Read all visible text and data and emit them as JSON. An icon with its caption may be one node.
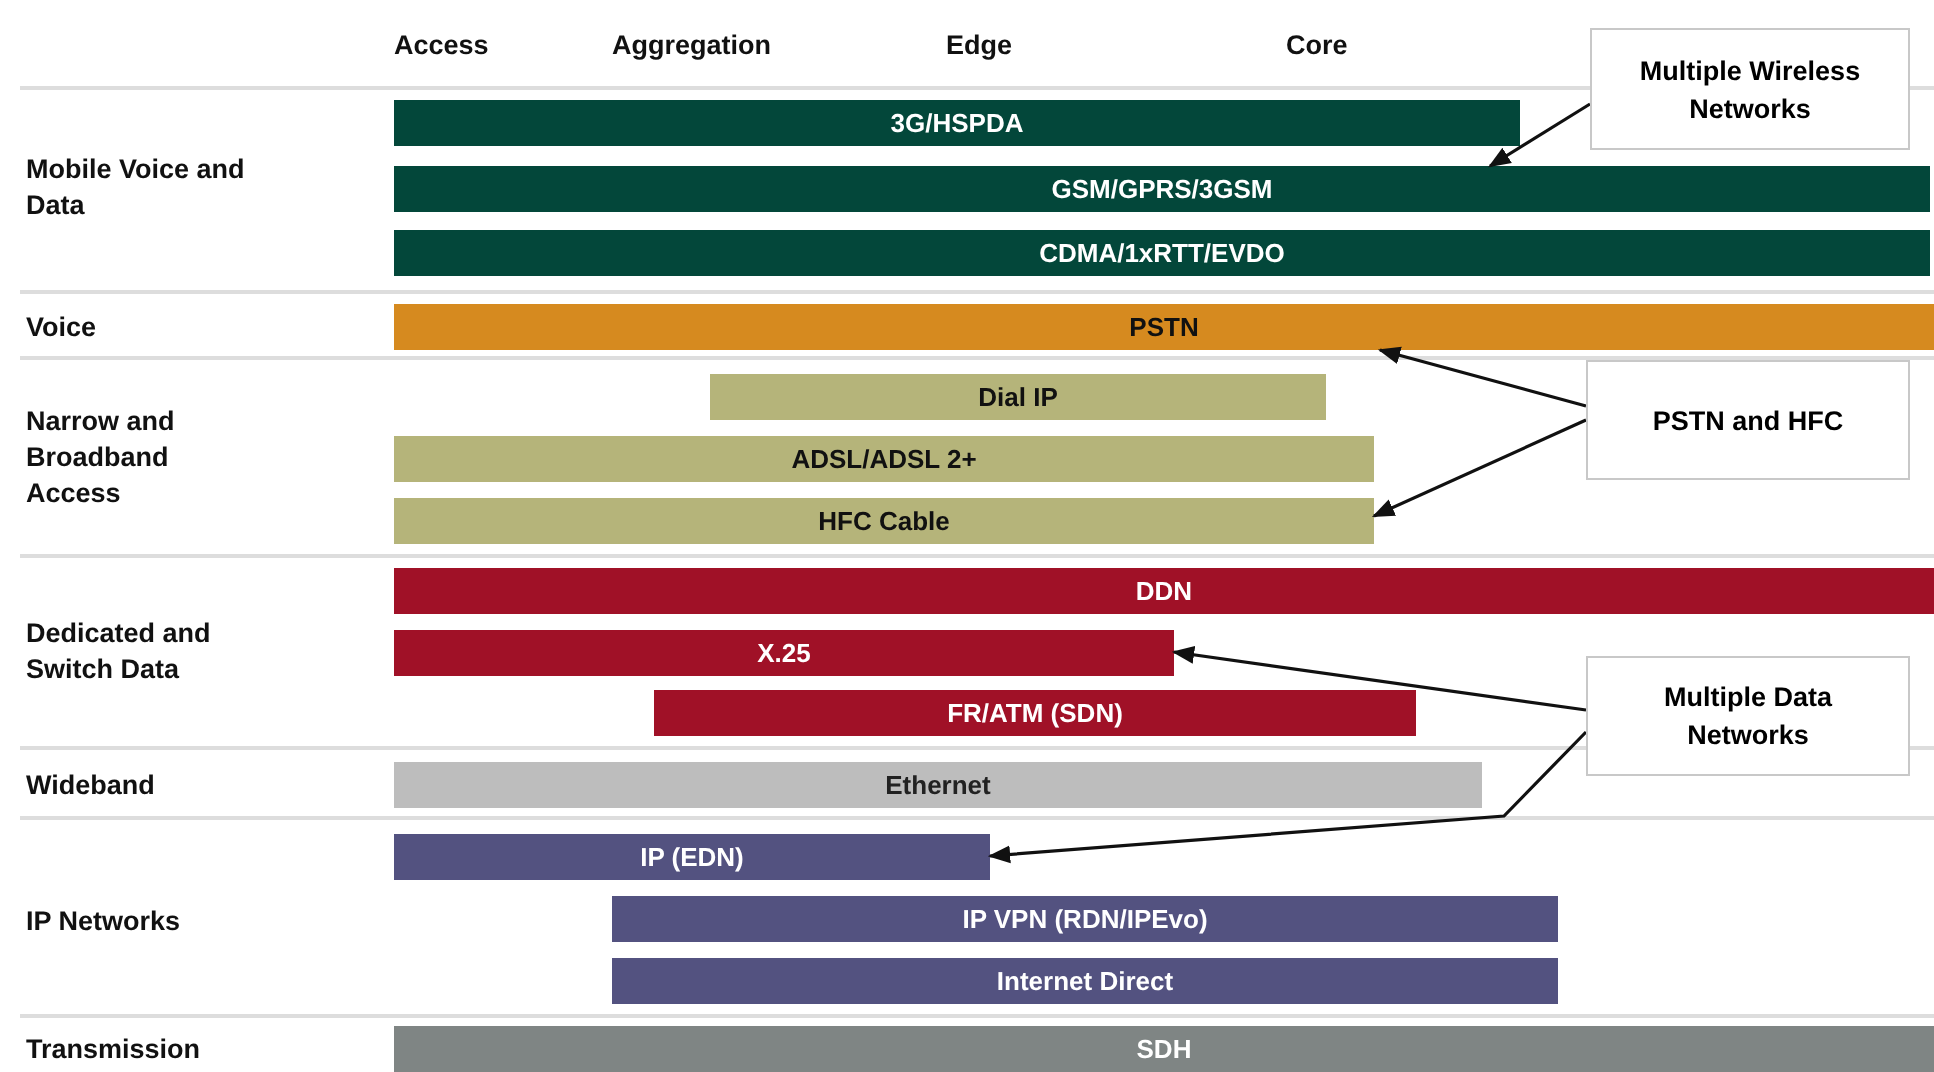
{
  "diagram": {
    "nodes": [
      {
        "text": [
          "3G/HSPDA"
        ]
      },
      {
        "text": [
          "GSM/GPRS/3GSM"
        ]
      },
      {
        "text": [
          "CDMA/1xRTT/EVDO"
        ]
      },
      {
        "text": [
          "PSTN"
        ]
      },
      {
        "text": [
          "Dial IP"
        ]
      },
      {
        "text": [
          "ADSL/ADSL 2+"
        ]
      },
      {
        "text": [
          "HFC Cable"
        ]
      },
      {
        "text": [
          "DDN"
        ]
      },
      {
        "text": [
          "X.25"
        ]
      },
      {
        "text": [
          "FR/ATM (SDN)"
        ]
      },
      {
        "text": [
          "Ethernet"
        ]
      },
      {
        "text": [
          "IP (EDN)"
        ]
      },
      {
        "text": [
          "IP VPN (RDN/IPEvo)"
        ]
      },
      {
        "text": [
          "Internet Direct"
        ]
      },
      {
        "text": [
          "SDH"
        ]
      },
      {
        "text": [
          "Multiple Wireless Networks"
        ]
      },
      {
        "text": [
          "PSTN and HFC"
        ]
      },
      {
        "text": [
          "Multiple Data Networks"
        ]
      }
    ],
    "edges": [
      {
        "from": 15,
        "to": 1,
        "arrow": "to"
      },
      {
        "from": 16,
        "to": 3,
        "arrow": "to"
      },
      {
        "from": 16,
        "to": 6,
        "arrow": "to"
      },
      {
        "from": 17,
        "to": 8,
        "arrow": "to"
      },
      {
        "from": 17,
        "to": 11,
        "arrow": "to"
      }
    ],
    "labels": [
      "Access",
      "Aggregation",
      "Edge",
      "Core",
      "Mobile Voice and Data",
      "Voice",
      "Narrow and Broadband Access",
      "Dedicated and Switch Data",
      "Wideband",
      "IP Networks",
      "Transmission"
    ]
  }
}
